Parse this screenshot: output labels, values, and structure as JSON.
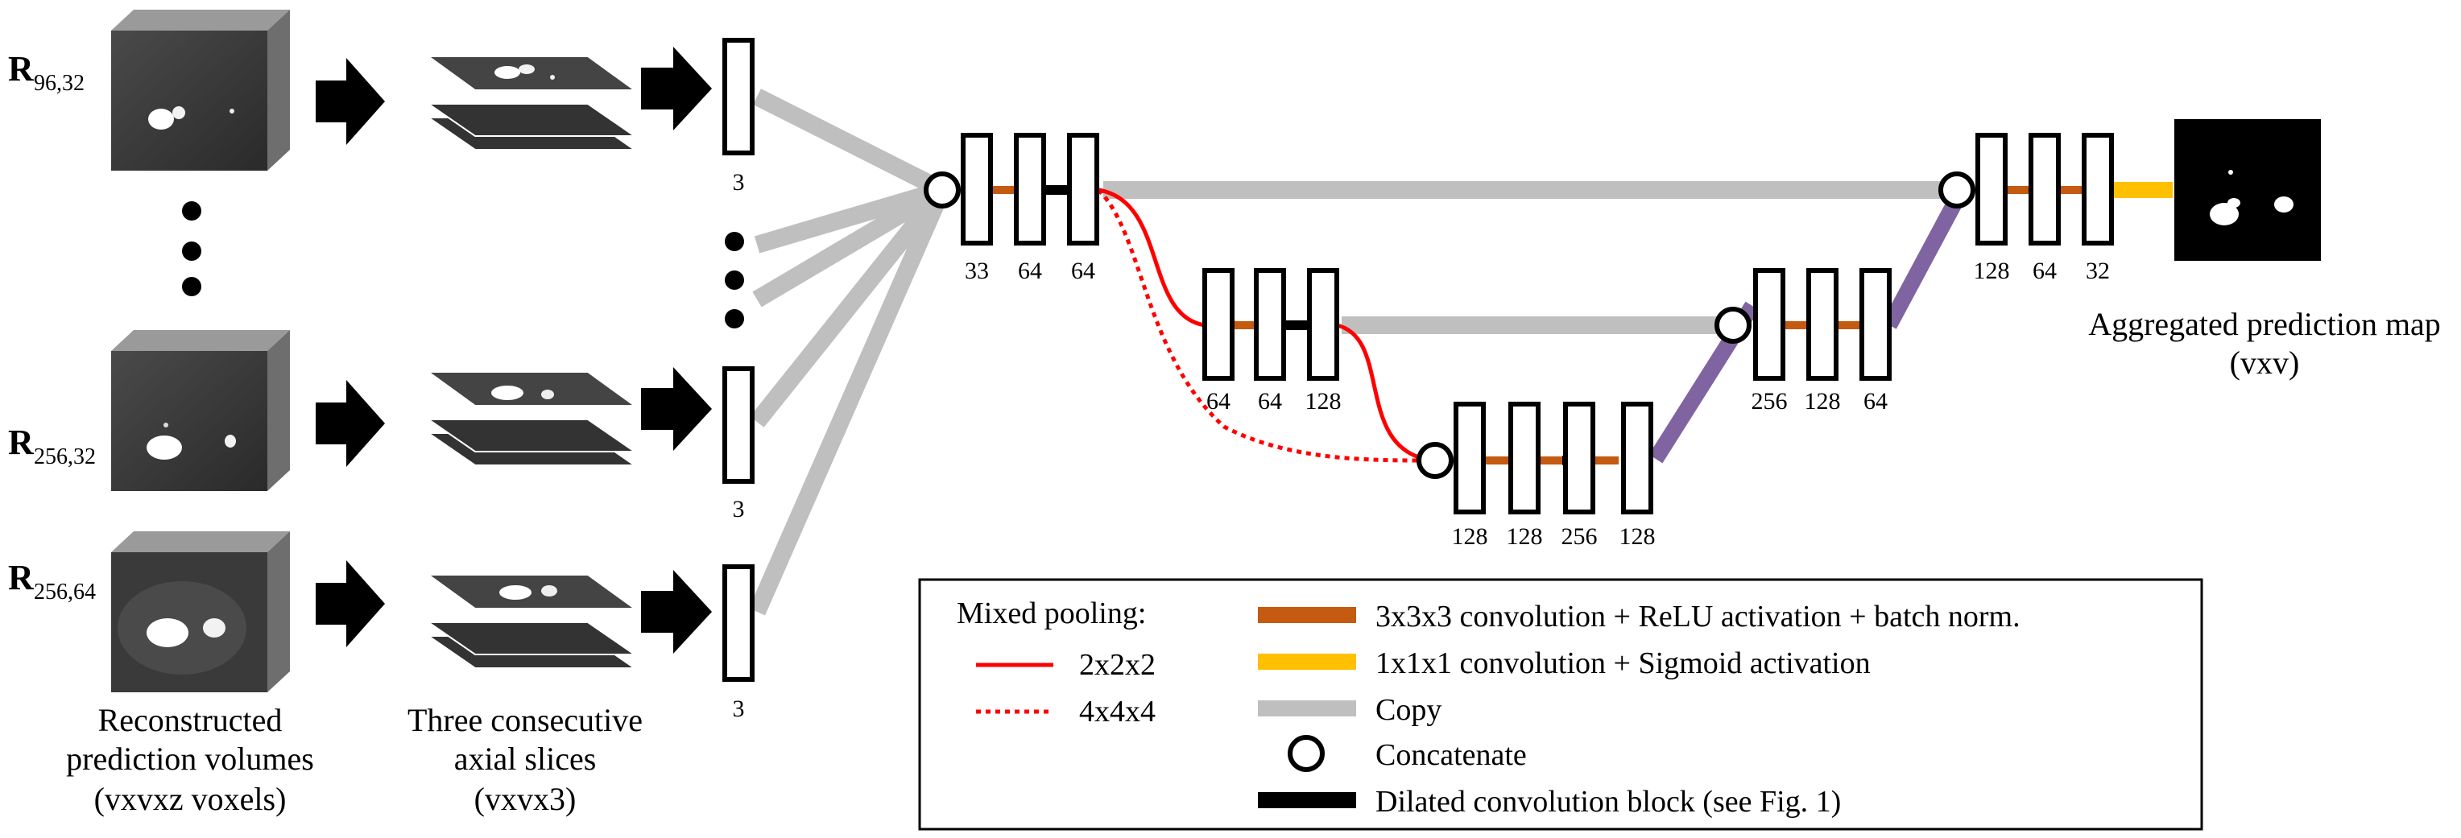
{
  "inputs": [
    {
      "label_main": "R",
      "label_sub": "96,32"
    },
    {
      "label_main": "R",
      "label_sub": "256,32"
    },
    {
      "label_main": "R",
      "label_sub": "256,64"
    }
  ],
  "channel_labels": {
    "first": "3",
    "middle": "3",
    "last": "3"
  },
  "captions": {
    "volumes": [
      "Reconstructed",
      "prediction volumes",
      "(vxvxz voxels)"
    ],
    "slices": [
      "Three consecutive",
      "axial slices",
      "(vxvx3)"
    ],
    "output": [
      "Aggregated prediction map",
      "(vxv)"
    ]
  },
  "unet": {
    "level1_enc": [
      "33",
      "64",
      "64"
    ],
    "level2_enc": [
      "64",
      "64",
      "128"
    ],
    "level3": [
      "128",
      "128",
      "256",
      "128"
    ],
    "level2_dec": [
      "256",
      "128",
      "64"
    ],
    "level1_dec": [
      "128",
      "64",
      "32"
    ]
  },
  "legend": {
    "pooling_title": "Mixed pooling:",
    "pool_solid": "2x2x2",
    "pool_dotted": "4x4x4",
    "conv3": "3x3x3 convolution + ReLU activation + batch norm.",
    "conv1": "1x1x1 convolution + Sigmoid activation",
    "copy": "Copy",
    "concat": "Concatenate",
    "dilated": "Dilated convolution block (see Fig. 1)"
  },
  "colors": {
    "conv3": "#c55a11",
    "conv1": "#ffc000",
    "copy": "#bfbfbf",
    "upsample": "#8064a2",
    "pool": "#ff0000",
    "dilated": "#000000"
  }
}
